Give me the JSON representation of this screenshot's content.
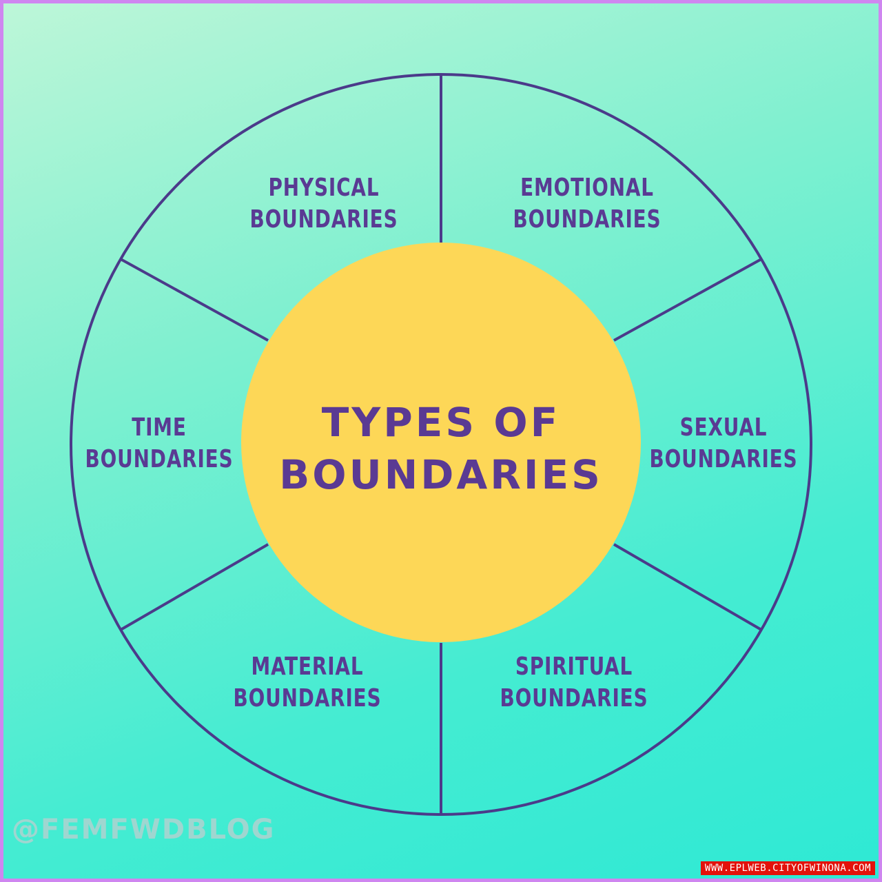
{
  "center": {
    "line1": "TYPES OF",
    "line2": "BOUNDARIES"
  },
  "segments": [
    {
      "line1": "PHYSICAL",
      "line2": "BOUNDARIES"
    },
    {
      "line1": "EMOTIONAL",
      "line2": "BOUNDARIES"
    },
    {
      "line1": "SEXUAL",
      "line2": "BOUNDARIES"
    },
    {
      "line1": "SPIRITUAL",
      "line2": "BOUNDARIES"
    },
    {
      "line1": "MATERIAL",
      "line2": "BOUNDARIES"
    },
    {
      "line1": "TIME",
      "line2": "BOUNDARIES"
    }
  ],
  "footer": {
    "handle": "@FEMFWDBLOG",
    "watermark": "WWW.EPLWEB.CITYOFWINONA.COM"
  },
  "colors": {
    "frame": "#cf86f0",
    "ring": "#4b3a8a",
    "center_fill": "#fdd757",
    "text": "#5a3a93",
    "watermark_bg": "#e3120b"
  }
}
